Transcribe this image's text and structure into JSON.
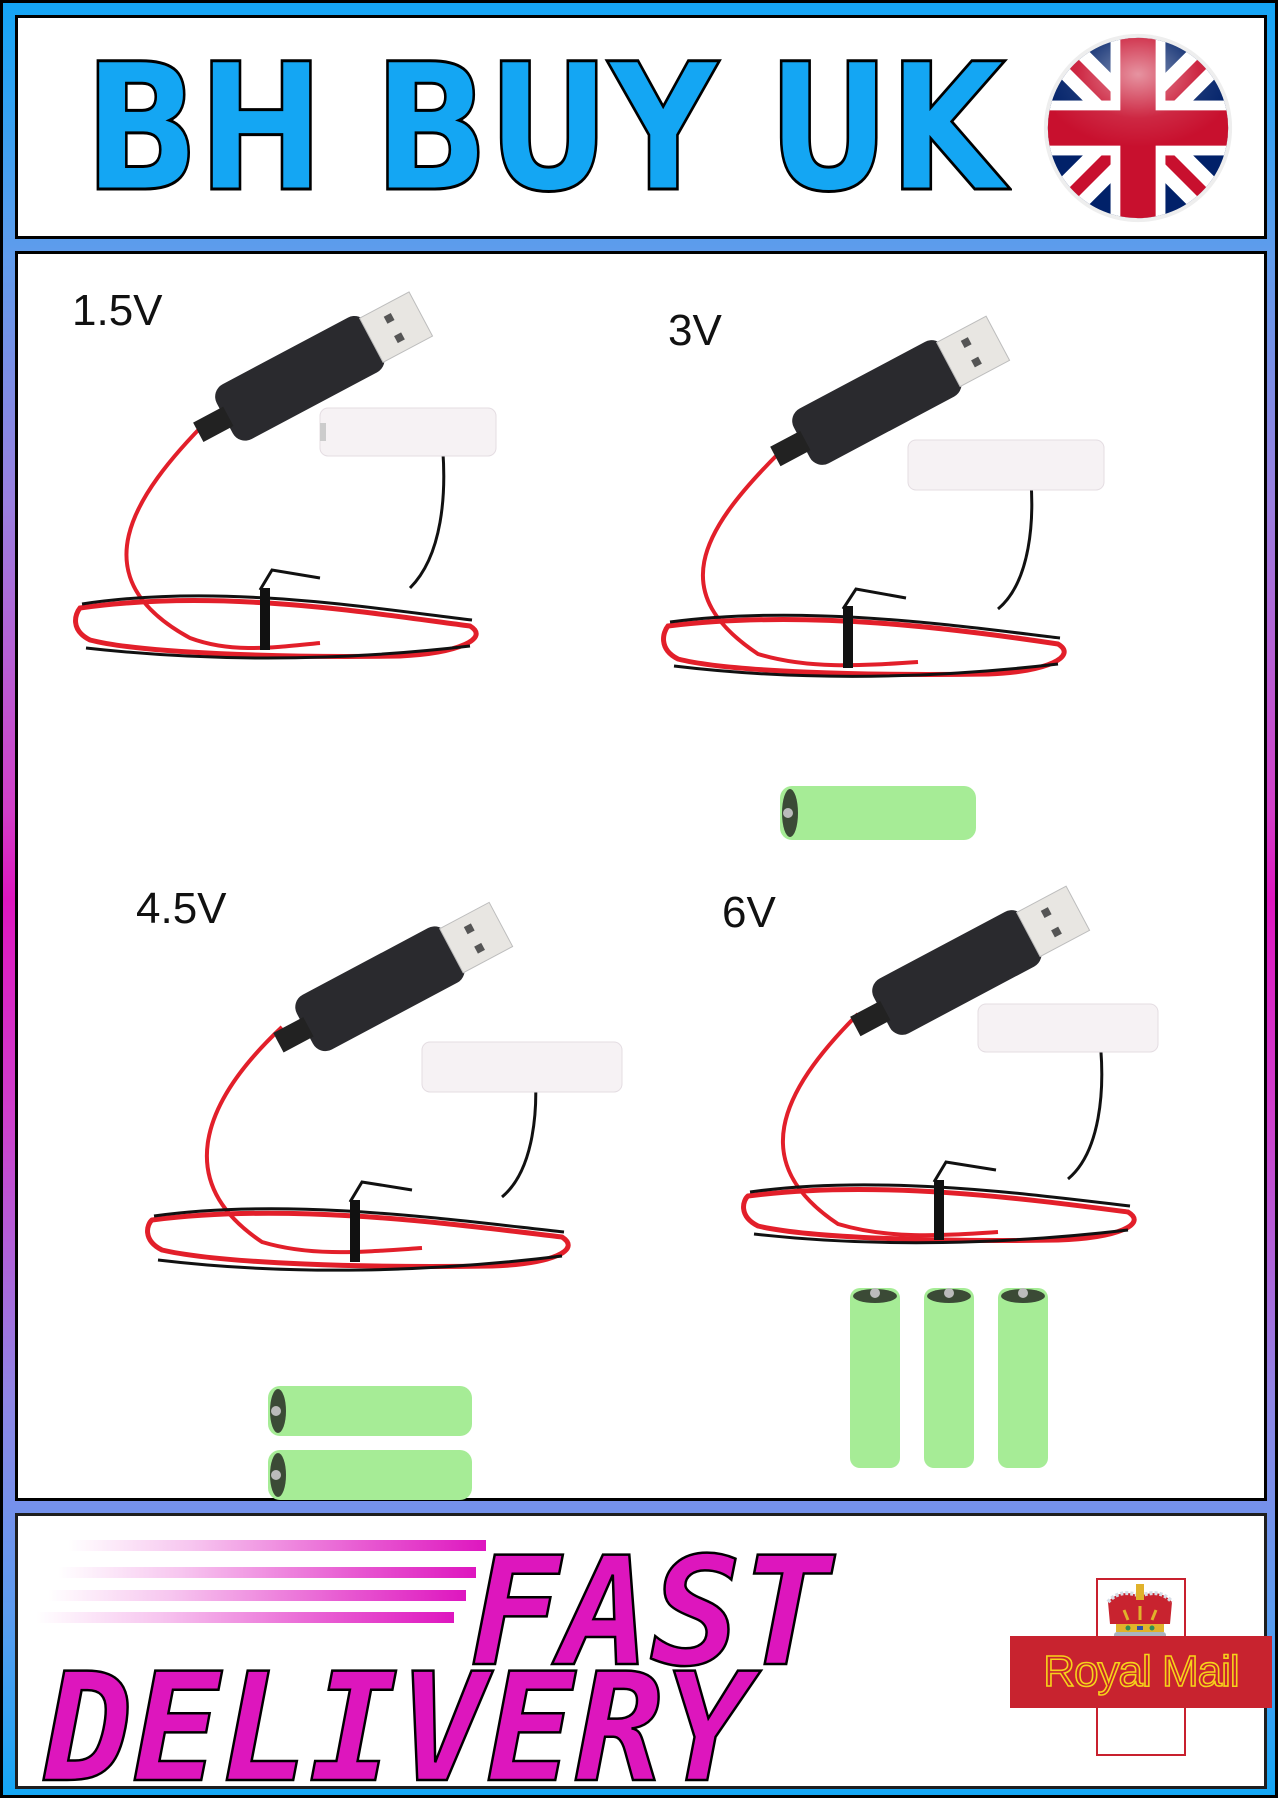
{
  "header": {
    "brand_title": "BH BUY UK",
    "flag_icon": "union-jack-flag-icon"
  },
  "products": [
    {
      "voltage": "1.5V",
      "battery_count": 0,
      "battery_color": "#a6ec96"
    },
    {
      "voltage": "3V",
      "battery_count": 1,
      "battery_color": "#a6ec96"
    },
    {
      "voltage": "4.5V",
      "battery_count": 2,
      "battery_color": "#a6ec96"
    },
    {
      "voltage": "6V",
      "battery_count": 3,
      "battery_color": "#a6ec96"
    }
  ],
  "footer": {
    "line1": "FAST",
    "line2": "DELIVERY",
    "carrier_logo": "royal-mail-logo",
    "carrier_name": "Royal Mail"
  },
  "colors": {
    "brand_blue": "#14a6f3",
    "delivery_magenta": "#dd16bd",
    "royal_mail_red": "#c8232f",
    "royal_mail_yellow": "#f6d21a",
    "frame_blue": "#5f9cec",
    "frame_magenta": "#de16bf"
  }
}
